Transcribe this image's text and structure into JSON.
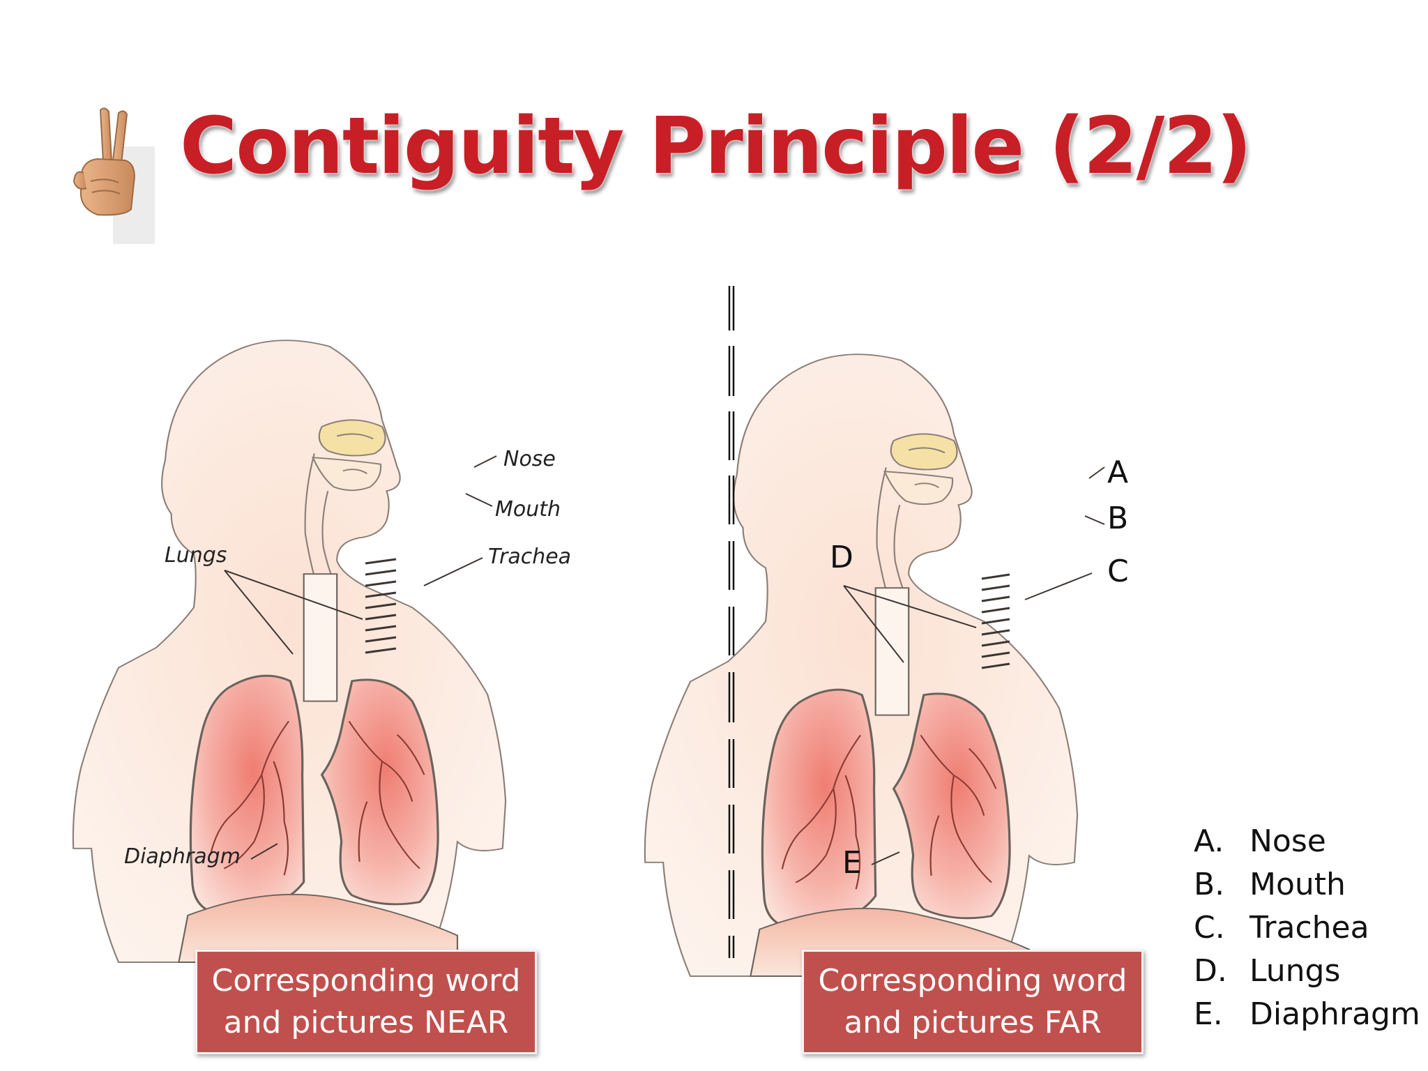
{
  "title": "Contiguity Principle (2/2)",
  "icons": {
    "hand": "peace-hand-icon"
  },
  "near_diagram": {
    "labels": {
      "nose": "Nose",
      "mouth": "Mouth",
      "lungs": "Lungs",
      "trachea": "Trachea",
      "diaphragm": "Diaphragm"
    },
    "caption": {
      "line1": "Corresponding word",
      "line2": "and pictures NEAR"
    }
  },
  "far_diagram": {
    "letters": {
      "a": "A",
      "b": "B",
      "c": "C",
      "d": "D",
      "e": "E"
    },
    "caption": {
      "line1": "Corresponding word",
      "line2": "and pictures FAR"
    }
  },
  "legend": [
    {
      "letter": "A.",
      "text": "Nose"
    },
    {
      "letter": "B.",
      "text": "Mouth"
    },
    {
      "letter": "C.",
      "text": "Trachea"
    },
    {
      "letter": "D.",
      "text": "Lungs"
    },
    {
      "letter": "E.",
      "text": "Diaphragm"
    }
  ],
  "colors": {
    "title": "#c81f26",
    "caption_fill": "#c0504d",
    "skin": "#fce8dc",
    "lung": "#f08a80"
  }
}
